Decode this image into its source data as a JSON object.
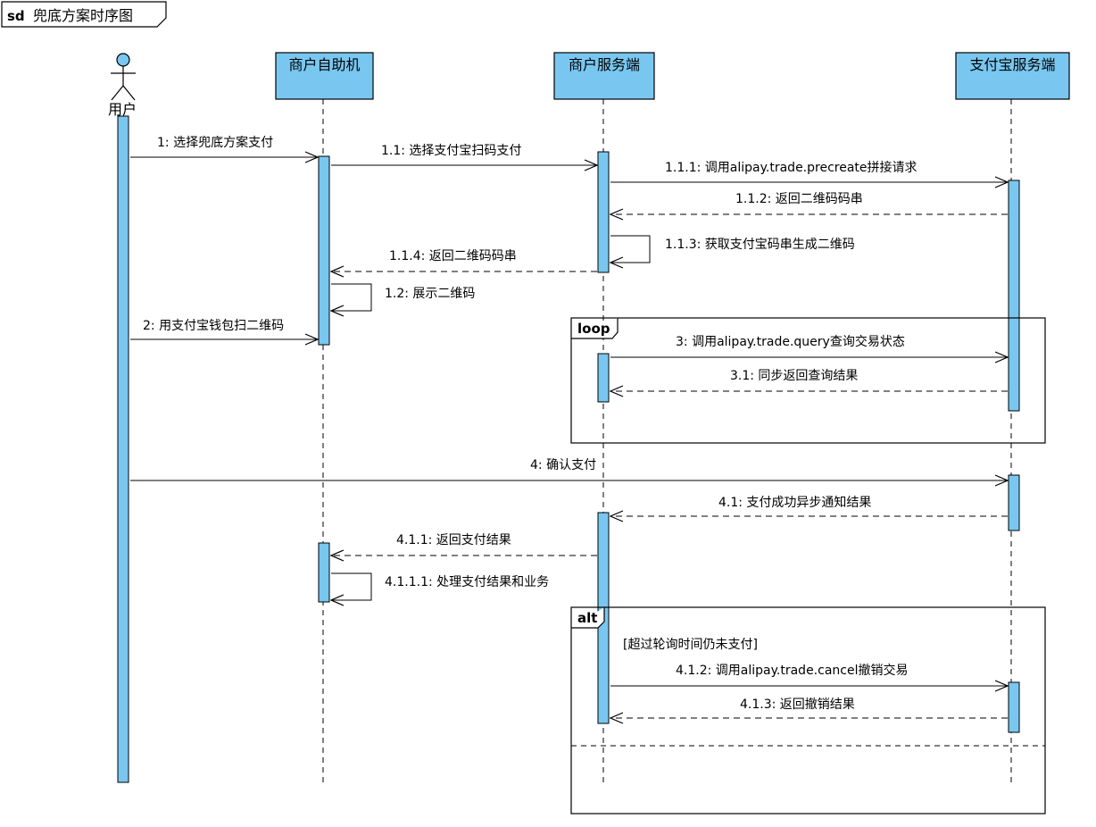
{
  "diagram": {
    "frame_keyword": "sd",
    "frame_name": "兜底方案时序图",
    "fill_color": "#79c7f0"
  },
  "participants": [
    {
      "id": "user",
      "label": "用户",
      "kind": "actor"
    },
    {
      "id": "kiosk",
      "label": "商户自助机",
      "kind": "box"
    },
    {
      "id": "merchant",
      "label": "商户服务端",
      "kind": "box"
    },
    {
      "id": "alipay",
      "label": "支付宝服务端",
      "kind": "box"
    }
  ],
  "messages": [
    {
      "label": "1: 选择兜底方案支付",
      "from": "user",
      "to": "kiosk",
      "style": "sync"
    },
    {
      "label": "1.1: 选择支付宝扫码支付",
      "from": "kiosk",
      "to": "merchant",
      "style": "sync"
    },
    {
      "label": "1.1.1: 调用alipay.trade.precreate拼接请求",
      "from": "merchant",
      "to": "alipay",
      "style": "sync"
    },
    {
      "label": "1.1.2: 返回二维码码串",
      "from": "alipay",
      "to": "merchant",
      "style": "return"
    },
    {
      "label": "1.1.3: 获取支付宝码串生成二维码",
      "from": "merchant",
      "to": "merchant",
      "style": "self"
    },
    {
      "label": "1.1.4: 返回二维码码串",
      "from": "merchant",
      "to": "kiosk",
      "style": "return"
    },
    {
      "label": "1.2: 展示二维码",
      "from": "kiosk",
      "to": "kiosk",
      "style": "self"
    },
    {
      "label": "2: 用支付宝钱包扫二维码",
      "from": "user",
      "to": "kiosk",
      "style": "sync"
    },
    {
      "label": "3: 调用alipay.trade.query查询交易状态",
      "from": "merchant",
      "to": "alipay",
      "style": "sync"
    },
    {
      "label": "3.1: 同步返回查询结果",
      "from": "alipay",
      "to": "merchant",
      "style": "return"
    },
    {
      "label": "4: 确认支付",
      "from": "user",
      "to": "alipay",
      "style": "sync"
    },
    {
      "label": "4.1: 支付成功异步通知结果",
      "from": "alipay",
      "to": "merchant",
      "style": "return"
    },
    {
      "label": "4.1.1: 返回支付结果",
      "from": "merchant",
      "to": "kiosk",
      "style": "return"
    },
    {
      "label": "4.1.1.1: 处理支付结果和业务",
      "from": "kiosk",
      "to": "kiosk",
      "style": "self"
    },
    {
      "label": "4.1.2: 调用alipay.trade.cancel撤销交易",
      "from": "merchant",
      "to": "alipay",
      "style": "sync"
    },
    {
      "label": "4.1.3: 返回撤销结果",
      "from": "alipay",
      "to": "merchant",
      "style": "return"
    }
  ],
  "fragments": [
    {
      "operator": "loop",
      "guard": ""
    },
    {
      "operator": "alt",
      "guard": "[超过轮询时间仍未支付]"
    }
  ]
}
